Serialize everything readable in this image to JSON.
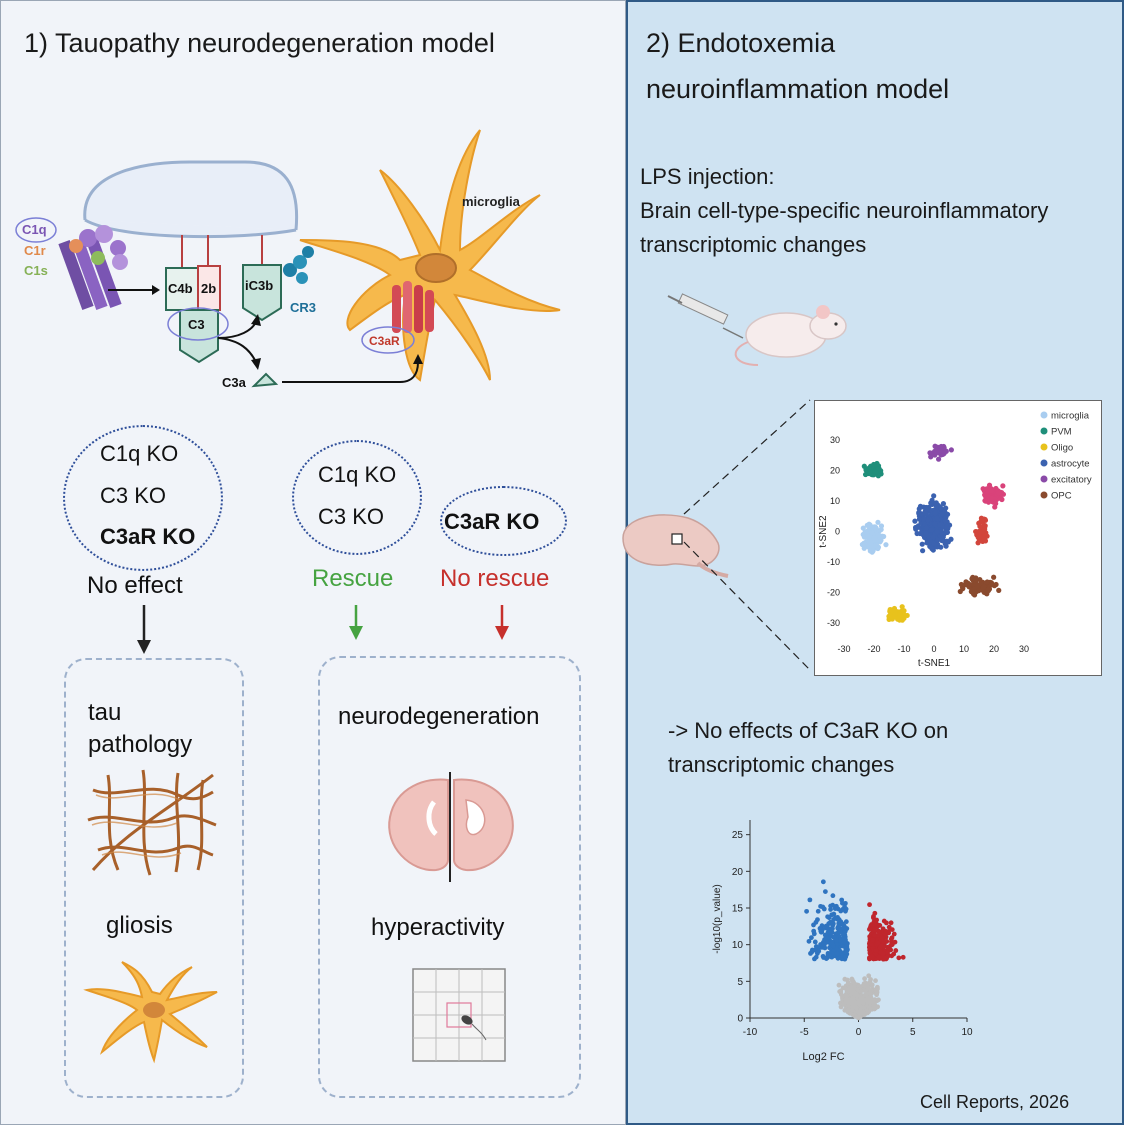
{
  "left": {
    "title": "1) Tauopathy neurodegeneration  model",
    "mechanism": {
      "c1q": "C1q",
      "c1r": "C1r",
      "c1s": "C1s",
      "c4b": "C4b",
      "b2": "2b",
      "c3": "C3",
      "ic3b": "iC3b",
      "cr3": "CR3",
      "c3a": "C3a",
      "c3ar": "C3aR",
      "microglia": "microglia"
    },
    "group1": {
      "items": [
        "C1q KO",
        "C3 KO",
        "C3aR KO"
      ],
      "outcome": "No effect"
    },
    "group2": {
      "items": [
        "C1q KO",
        "C3 KO"
      ],
      "outcome": "Rescue"
    },
    "group3": {
      "items": [
        "C3aR KO"
      ],
      "outcome": "No rescue"
    },
    "box1": {
      "label1": "tau\npathology",
      "label2": "gliosis"
    },
    "box2": {
      "label1": "neurodegeneration",
      "label2": "hyperactivity"
    }
  },
  "right": {
    "title_line1": "2) Endotoxemia",
    "title_line2": "neuroinflammation model",
    "lps_line1": "LPS injection:",
    "lps_line2": "Brain cell-type-specific neuroinflammatory transcriptomic changes",
    "conclusion": "-> No effects of C3aR KO on transcriptomic changes",
    "citation": "Cell Reports, 2026"
  },
  "chart_data": [
    {
      "type": "scatter",
      "title": "",
      "xlabel": "t-SNE1",
      "ylabel": "t-SNE2",
      "xlim": [
        -30,
        30
      ],
      "ylim": [
        -35,
        35
      ],
      "xticks": [
        -30,
        -20,
        -10,
        0,
        10,
        20,
        30
      ],
      "yticks": [
        30,
        20,
        10,
        0,
        -10,
        -20,
        -30
      ],
      "legend_position": "top-right",
      "series": [
        {
          "name": "microglia",
          "color": "#a9cdf0",
          "center": [
            -20,
            -2
          ]
        },
        {
          "name": "PVM",
          "color": "#1f8f7a",
          "center": [
            -20,
            20
          ]
        },
        {
          "name": "Oligo",
          "color": "#e8c21c",
          "center": [
            -12,
            -27
          ]
        },
        {
          "name": "astrocyte",
          "color": "#3b62b0",
          "center": [
            0,
            2
          ]
        },
        {
          "name": "excitatory",
          "color": "#8a4aa8",
          "center": [
            2,
            26
          ]
        },
        {
          "name": "OPC",
          "color": "#8a4a2e",
          "center": [
            15,
            -18
          ]
        },
        {
          "name": "",
          "color": "#d9437a",
          "center": [
            20,
            12
          ]
        },
        {
          "name": "",
          "color": "#d2463c",
          "center": [
            16,
            0
          ]
        }
      ]
    },
    {
      "type": "scatter",
      "title": "",
      "xlabel": "Log2 FC",
      "ylabel": "-log10(p_value)",
      "xlim": [
        -10,
        10
      ],
      "ylim": [
        0,
        27
      ],
      "xticks": [
        -10,
        -5,
        0,
        5,
        10
      ],
      "yticks": [
        0,
        5,
        10,
        15,
        20,
        25
      ],
      "series": [
        {
          "name": "",
          "color": "#2f74c0",
          "description": "downregulated"
        },
        {
          "name": "",
          "color": "#c0262d",
          "description": "upregulated"
        },
        {
          "name": "",
          "color": "#bdbdbd",
          "description": "not significant"
        }
      ]
    }
  ]
}
